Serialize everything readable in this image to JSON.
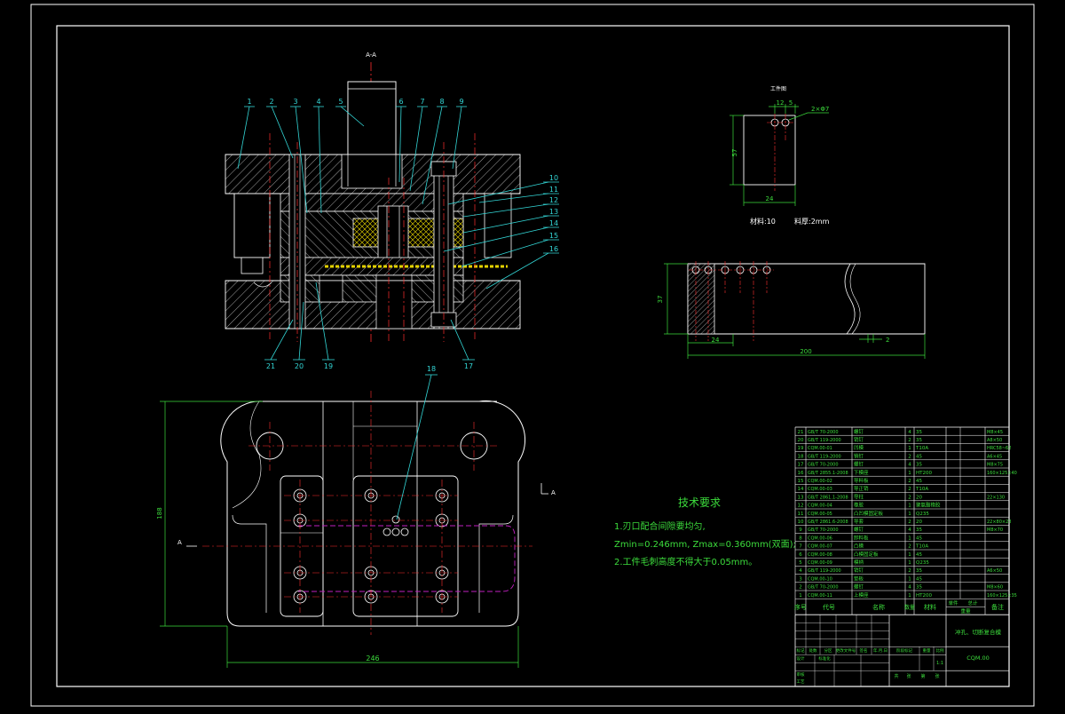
{
  "view_label": "A-A",
  "section_marker": "A",
  "callouts_top": [
    "1",
    "2",
    "3",
    "4",
    "5",
    "6",
    "7",
    "8",
    "9"
  ],
  "callouts_right": [
    "10",
    "11",
    "12",
    "13",
    "14",
    "15",
    "16"
  ],
  "callouts_bottom": [
    "21",
    "20",
    "19",
    "18",
    "17"
  ],
  "workpiece": {
    "title": "工件图",
    "dim_top_a": "12",
    "dim_top_b": "5",
    "hole_note": "2×Φ7",
    "dim_height": "57",
    "dim_width": "24",
    "material": "材料:10",
    "thickness": "料厚:2mm"
  },
  "strip": {
    "dim_height": "37",
    "dim_pitch": "24",
    "dim_gap": "2",
    "dim_length": "200"
  },
  "plan": {
    "dim_width": "246",
    "dim_height": "188"
  },
  "tech": {
    "heading": "技术要求",
    "line1": "1.刃口配合间隙要均匀,",
    "line2": "Zmin=0.246mm, Zmax=0.360mm(双面);",
    "line3": "2.工件毛刺高度不得大于0.05mm。"
  },
  "bom": {
    "header": [
      "序号",
      "代号",
      "名称",
      "数量",
      "材料",
      "单件",
      "总计",
      "备注"
    ],
    "weight_label": "重量",
    "rows": [
      [
        "21",
        "GB/T 70-2000",
        "螺钉",
        "4",
        "35",
        "",
        "M8×45"
      ],
      [
        "20",
        "GB/T 119-2000",
        "销钉",
        "2",
        "35",
        "",
        "A8×50"
      ],
      [
        "19",
        "CQM.00-01",
        "凹模",
        "1",
        "T10A",
        "",
        "HRC58~62"
      ],
      [
        "18",
        "GB/T 119-2000",
        "销钉",
        "2",
        "45",
        "",
        "A6×45"
      ],
      [
        "17",
        "GB/T 70-2000",
        "螺钉",
        "4",
        "35",
        "",
        "M8×75"
      ],
      [
        "16",
        "GB/T 2855.1-2008",
        "下模座",
        "1",
        "HT200",
        "",
        "160×125×40"
      ],
      [
        "15",
        "CQM.00-02",
        "导料板",
        "2",
        "45",
        "",
        ""
      ],
      [
        "14",
        "CQM.00-03",
        "导正销",
        "2",
        "T10A",
        "",
        ""
      ],
      [
        "13",
        "GB/T 2861.1-2008",
        "导柱",
        "2",
        "20",
        "",
        "22×130"
      ],
      [
        "12",
        "CQM.00-04",
        "橡胶",
        "1",
        "聚氨酯橡胶",
        "",
        ""
      ],
      [
        "11",
        "CQM.00-05",
        "凸凹模固定板",
        "1",
        "Q235",
        "",
        ""
      ],
      [
        "10",
        "GB/T 2861.6-2008",
        "导套",
        "2",
        "20",
        "",
        "22×80×28"
      ],
      [
        "9",
        "GB/T 70-2000",
        "螺钉",
        "4",
        "35",
        "",
        "M8×70"
      ],
      [
        "8",
        "CQM.00-06",
        "卸料板",
        "1",
        "45",
        "",
        ""
      ],
      [
        "7",
        "CQM.00-07",
        "凸模",
        "2",
        "T10A",
        "",
        ""
      ],
      [
        "6",
        "CQM.00-08",
        "凸模固定板",
        "1",
        "45",
        "",
        ""
      ],
      [
        "5",
        "CQM.00-09",
        "模柄",
        "1",
        "Q235",
        "",
        ""
      ],
      [
        "4",
        "GB/T 119-2000",
        "销钉",
        "2",
        "35",
        "",
        "A6×50"
      ],
      [
        "3",
        "CQM.00-10",
        "垫板",
        "1",
        "45",
        "",
        ""
      ],
      [
        "2",
        "GB/T 70-2000",
        "螺钉",
        "4",
        "35",
        "",
        "M8×60"
      ],
      [
        "1",
        "CQM.00-11",
        "上模座",
        "1",
        "HT200",
        "",
        "160×125×35"
      ]
    ],
    "title_name": "冲孔、切断复合模",
    "drawing_no": "CQM.00",
    "sign_labels": [
      "标记",
      "处数",
      "分区",
      "更改文件号",
      "签名",
      "年.月.日"
    ],
    "design_labels": [
      "设计",
      "审核",
      "工艺"
    ],
    "std_label": "标准化",
    "stage_label": "阶段标记",
    "weight_col": "重量",
    "scale_col": "比例",
    "scale_val": "1:1",
    "sheet_labels": [
      "共",
      "张",
      "第",
      "张"
    ]
  }
}
